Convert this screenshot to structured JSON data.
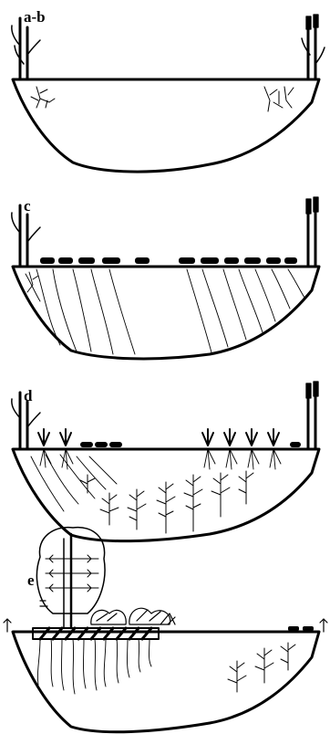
{
  "panels": [
    {
      "label": "a-b"
    },
    {
      "label": "c"
    },
    {
      "label": "d"
    },
    {
      "label": "e"
    }
  ],
  "colors": {
    "ink": "#000000",
    "paper": "#ffffff"
  }
}
